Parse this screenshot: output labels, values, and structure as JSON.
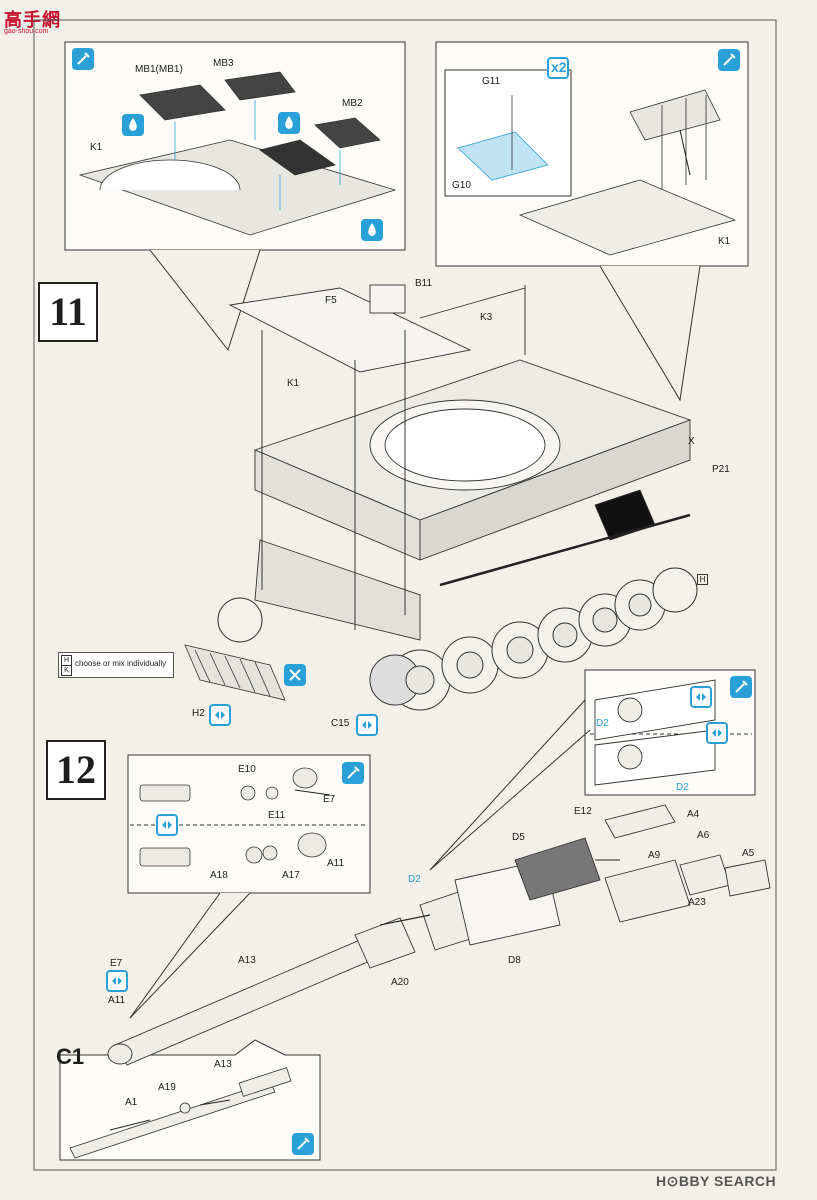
{
  "watermark": {
    "top_glyphs": "高手網",
    "top_url": "gao-shou.com",
    "bottom": "H⊙BBY SEARCH"
  },
  "steps": {
    "eleven": "11",
    "twelve": "12"
  },
  "note": {
    "h": "H",
    "k": "K",
    "text": "choose or mix individually"
  },
  "labels": {
    "mb1": "MB1(MB1)",
    "mb3": "MB3",
    "mb2": "MB2",
    "k1_a": "K1",
    "g11": "G11",
    "g10": "G10",
    "x2": "x2",
    "k1_b": "K1",
    "f5": "F5",
    "b11": "B11",
    "k3": "K3",
    "k1_c": "K1",
    "x": "X",
    "p21": "P21",
    "h_box": "H",
    "h2": "H2",
    "c15": "C15",
    "d2_a": "D2",
    "d2_b": "D2",
    "e10": "E10",
    "e11": "E11",
    "e7_a": "E7",
    "a18": "A18",
    "a17": "A17",
    "a11_a": "A11",
    "e12": "E12",
    "a4": "A4",
    "d5": "D5",
    "a6": "A6",
    "a9": "A9",
    "a5": "A5",
    "d2_c": "D2",
    "a23": "A23",
    "d8": "D8",
    "a13_a": "A13",
    "a20": "A20",
    "e7_b": "E7",
    "a11_b": "A11",
    "c1": "C1",
    "a13_b": "A13",
    "a19": "A19",
    "a1": "A1"
  },
  "icons": [
    "glue-icon",
    "glue-icon",
    "paint-icon",
    "paint-icon",
    "paint-icon",
    "glue-icon",
    "flip-icon",
    "flip-icon",
    "glue-icon",
    "flip-icon",
    "flip-icon",
    "flip-icon",
    "glue-icon",
    "paint-icon",
    "glue-icon"
  ],
  "colors": {
    "accent_blue": "#2aa0d8",
    "paper": "#f3f0ea",
    "ink": "#1d1d1d",
    "watermark_red": "#c8102e"
  }
}
